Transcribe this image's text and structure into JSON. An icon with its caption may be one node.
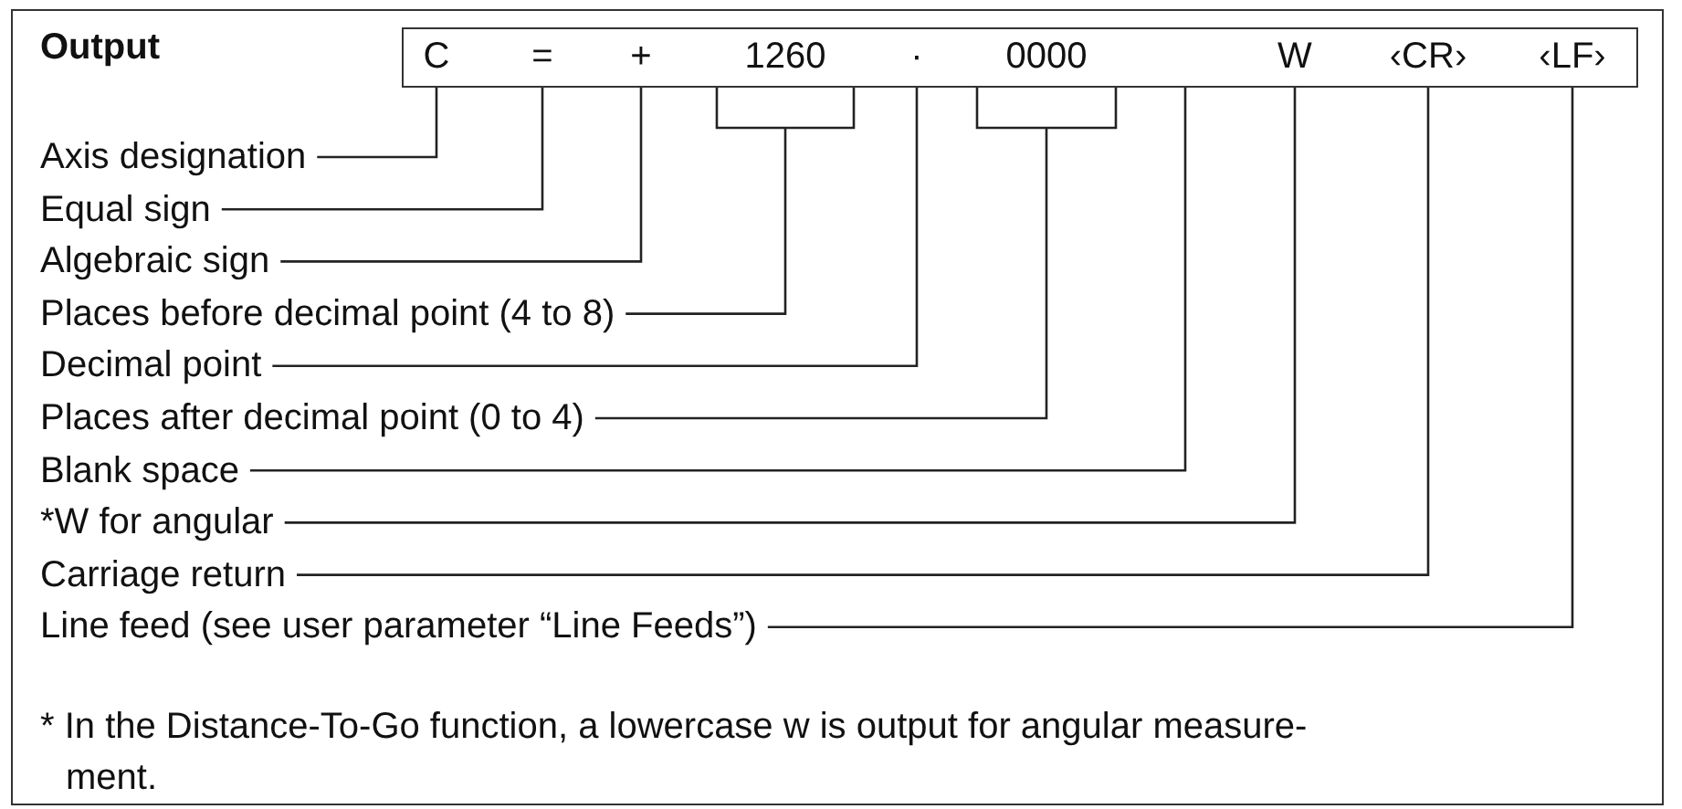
{
  "diagram": {
    "title": "Output",
    "nodes": [
      {
        "text": [],
        "shape": "box"
      },
      {
        "text": [
          "C"
        ],
        "in": 0
      },
      {
        "text": [
          "="
        ],
        "in": 0
      },
      {
        "text": [
          "+"
        ],
        "in": 0
      },
      {
        "text": [
          "1260"
        ],
        "in": 0
      },
      {
        "text": [
          "·"
        ],
        "in": 0
      },
      {
        "text": [
          "0000"
        ],
        "in": 0
      },
      {
        "text": [
          "W"
        ],
        "in": 0
      },
      {
        "text": [
          "‹CR›"
        ],
        "in": 0
      },
      {
        "text": [
          "‹LF›"
        ],
        "in": 0
      },
      {
        "text": [
          "Axis designation"
        ]
      },
      {
        "text": [
          "Equal sign"
        ]
      },
      {
        "text": [
          "Algebraic sign"
        ]
      },
      {
        "text": [
          "Places before decimal point (4 to 8)"
        ]
      },
      {
        "text": [
          "Decimal point"
        ]
      },
      {
        "text": [
          "Places after decimal point (0 to 4)"
        ]
      },
      {
        "text": [
          "Blank space"
        ]
      },
      {
        "text": [
          "*W for angular"
        ]
      },
      {
        "text": [
          "Carriage return"
        ]
      },
      {
        "text": [
          "Line feed (see user parameter “Line Feeds”)"
        ]
      }
    ],
    "edges": [
      {
        "from": 10,
        "to": 1,
        "arrow": "none"
      },
      {
        "from": 11,
        "to": 2,
        "arrow": "none"
      },
      {
        "from": 12,
        "to": 3,
        "arrow": "none"
      },
      {
        "from": 13,
        "to": 4,
        "arrow": "none"
      },
      {
        "from": 14,
        "to": 5,
        "arrow": "none"
      },
      {
        "from": 15,
        "to": 6,
        "arrow": "none"
      },
      {
        "from": 16,
        "to": 0,
        "arrow": "none"
      },
      {
        "from": 17,
        "to": 7,
        "arrow": "none"
      },
      {
        "from": 18,
        "to": 8,
        "arrow": "none"
      },
      {
        "from": 19,
        "to": 9,
        "arrow": "none"
      }
    ],
    "labels": [
      "* In the Distance-To-Go function, a lowercase w is output for angular measure- ment."
    ]
  }
}
